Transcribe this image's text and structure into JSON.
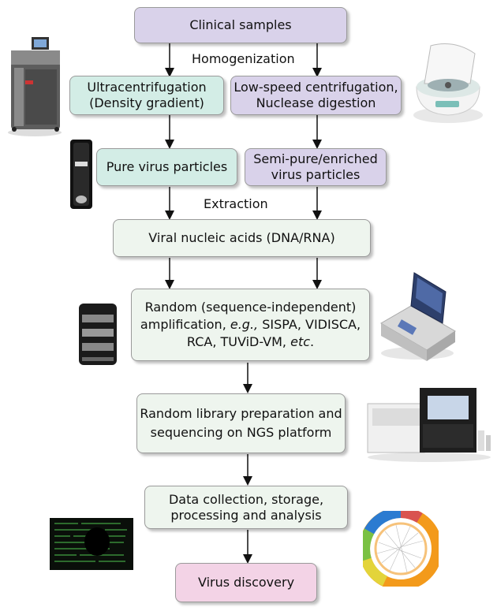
{
  "colors": {
    "lavender": "#d9d2ea",
    "mint": "#d3ede6",
    "pale_green": "#eef5ee",
    "pink": "#f3d3e6",
    "border": "#9a9a9a"
  },
  "steps": {
    "clinical_samples": "Clinical samples",
    "homogenization": "Homogenization",
    "ultracentrifugation_1": "Ultracentrifugation",
    "ultracentrifugation_2": "(Density gradient)",
    "low_speed_1": "Low-speed centrifugation,",
    "low_speed_2": "Nuclease digestion",
    "pure_virus": "Pure virus particles",
    "semi_pure_1": "Semi-pure/enriched",
    "semi_pure_2": "virus particles",
    "extraction": "Extraction",
    "viral_nucleic": "Viral nucleic acids (DNA/RNA)",
    "random_amp_1": "Random (sequence-independent)",
    "random_amp_2_pre": "amplification,",
    "random_amp_2_eg": "e.g.,",
    "random_amp_2_post": "SISPA, VIDISCA,",
    "random_amp_3_pre": "RCA, TUViD-VM,",
    "random_amp_3_etc": "etc",
    "random_amp_3_dot": ".",
    "library_1": "Random library preparation and",
    "library_2": "sequencing on NGS platform",
    "data_1": "Data collection, storage,",
    "data_2": "processing and analysis",
    "virus_discovery": "Virus discovery"
  },
  "images": [
    "ultracentrifuge-photo",
    "centrifuge-photo",
    "density-gradient-tube-photo",
    "tube-rack-photo",
    "thermal-cycler-photo",
    "ngs-sequencer-photo",
    "data-screen-photo",
    "circular-genome-plot"
  ]
}
